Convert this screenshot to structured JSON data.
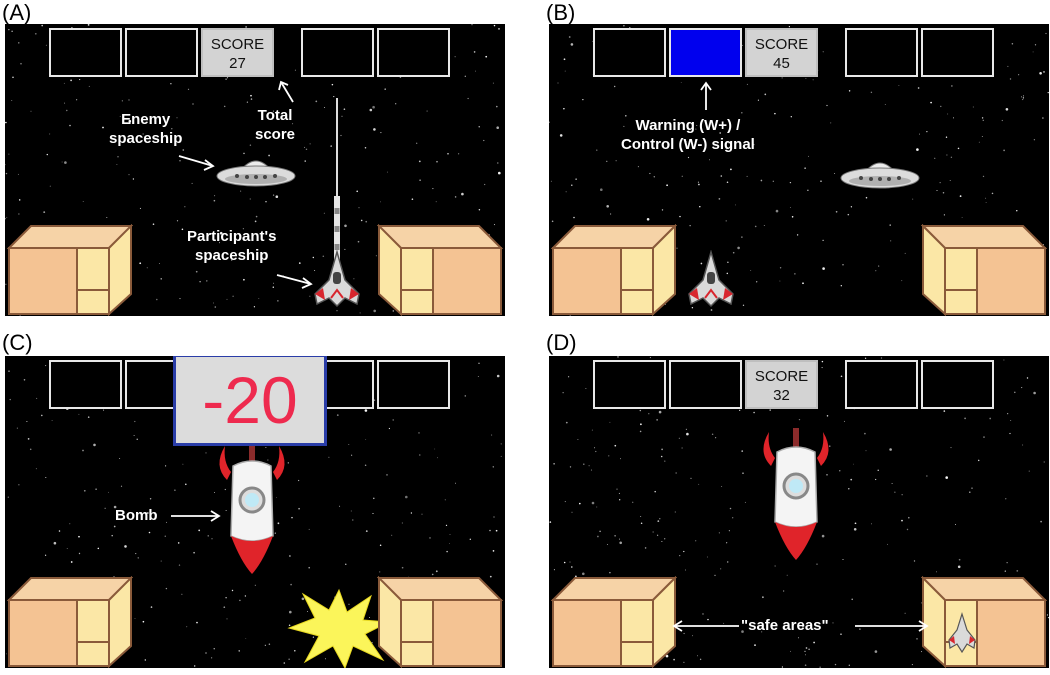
{
  "panels": [
    {
      "label": "(A)",
      "score_title": "SCORE",
      "score_value": "27",
      "annotations": {
        "total_score": "Total\nscore",
        "enemy_spaceship": "Enemy\nspaceship",
        "participants_spaceship": "Participant's\nspaceship"
      }
    },
    {
      "label": "(B)",
      "score_title": "SCORE",
      "score_value": "45",
      "warning_color": "#0000ee",
      "annotations": {
        "warning_signal": "Warning (W+) /\nControl (W-) signal"
      }
    },
    {
      "label": "(C)",
      "penalty": "-20",
      "annotations": {
        "bomb": "Bomb"
      }
    },
    {
      "label": "(D)",
      "score_title": "SCORE",
      "score_value": "32",
      "annotations": {
        "safe_areas": "\"safe areas\""
      }
    }
  ],
  "colors": {
    "space": "#000000",
    "score_box": "#d3d3d3",
    "crate_front": "#f4c393",
    "crate_inside": "#fbe7a6",
    "penalty_text": "#ee2a4e",
    "explosion": "#fbf55a"
  },
  "icons": [
    "enemy-ufo-icon",
    "player-spaceship-icon",
    "bomb-rocket-icon",
    "explosion-icon",
    "crate-icon"
  ]
}
